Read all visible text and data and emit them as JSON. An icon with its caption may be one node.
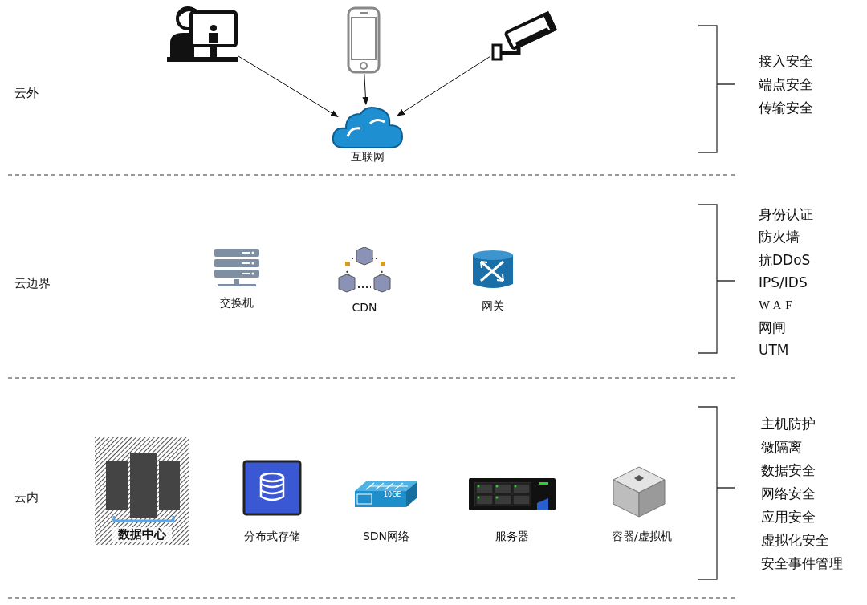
{
  "diagram": {
    "nodes": [
      {
        "text": [],
        "shape": "picture"
      },
      {
        "text": [],
        "shape": "picture"
      },
      {
        "text": [],
        "shape": "picture"
      },
      {
        "text": [
          "互联网"
        ]
      },
      {
        "text": [
          "交换机"
        ]
      },
      {
        "text": [
          "CDN"
        ]
      },
      {
        "text": [
          "网关"
        ]
      },
      {
        "text": [
          "数据中心"
        ]
      },
      {
        "text": [
          "分布式存储"
        ]
      },
      {
        "text": [
          "SDN网络"
        ]
      },
      {
        "text": [
          "服务器"
        ]
      },
      {
        "text": [
          "容器/虚拟机"
        ]
      }
    ],
    "edges": [
      {
        "from": 0,
        "to": 3,
        "arrow": "to"
      },
      {
        "from": 1,
        "to": 3,
        "arrow": "to"
      },
      {
        "from": 2,
        "to": 3,
        "arrow": "to"
      }
    ],
    "labels": [
      "云外",
      "接入安全",
      "端点安全",
      "传输安全",
      "云边界",
      "身份认证",
      "防火墙",
      "抗DDoS",
      "IPS/IDS",
      "WAF",
      "网闸",
      "UTM",
      "10GE",
      "云内",
      "主机防护",
      "微隔离",
      "数据安全",
      "网络安全",
      "应用安全",
      "虚拟化安全",
      "安全事件管理"
    ]
  }
}
